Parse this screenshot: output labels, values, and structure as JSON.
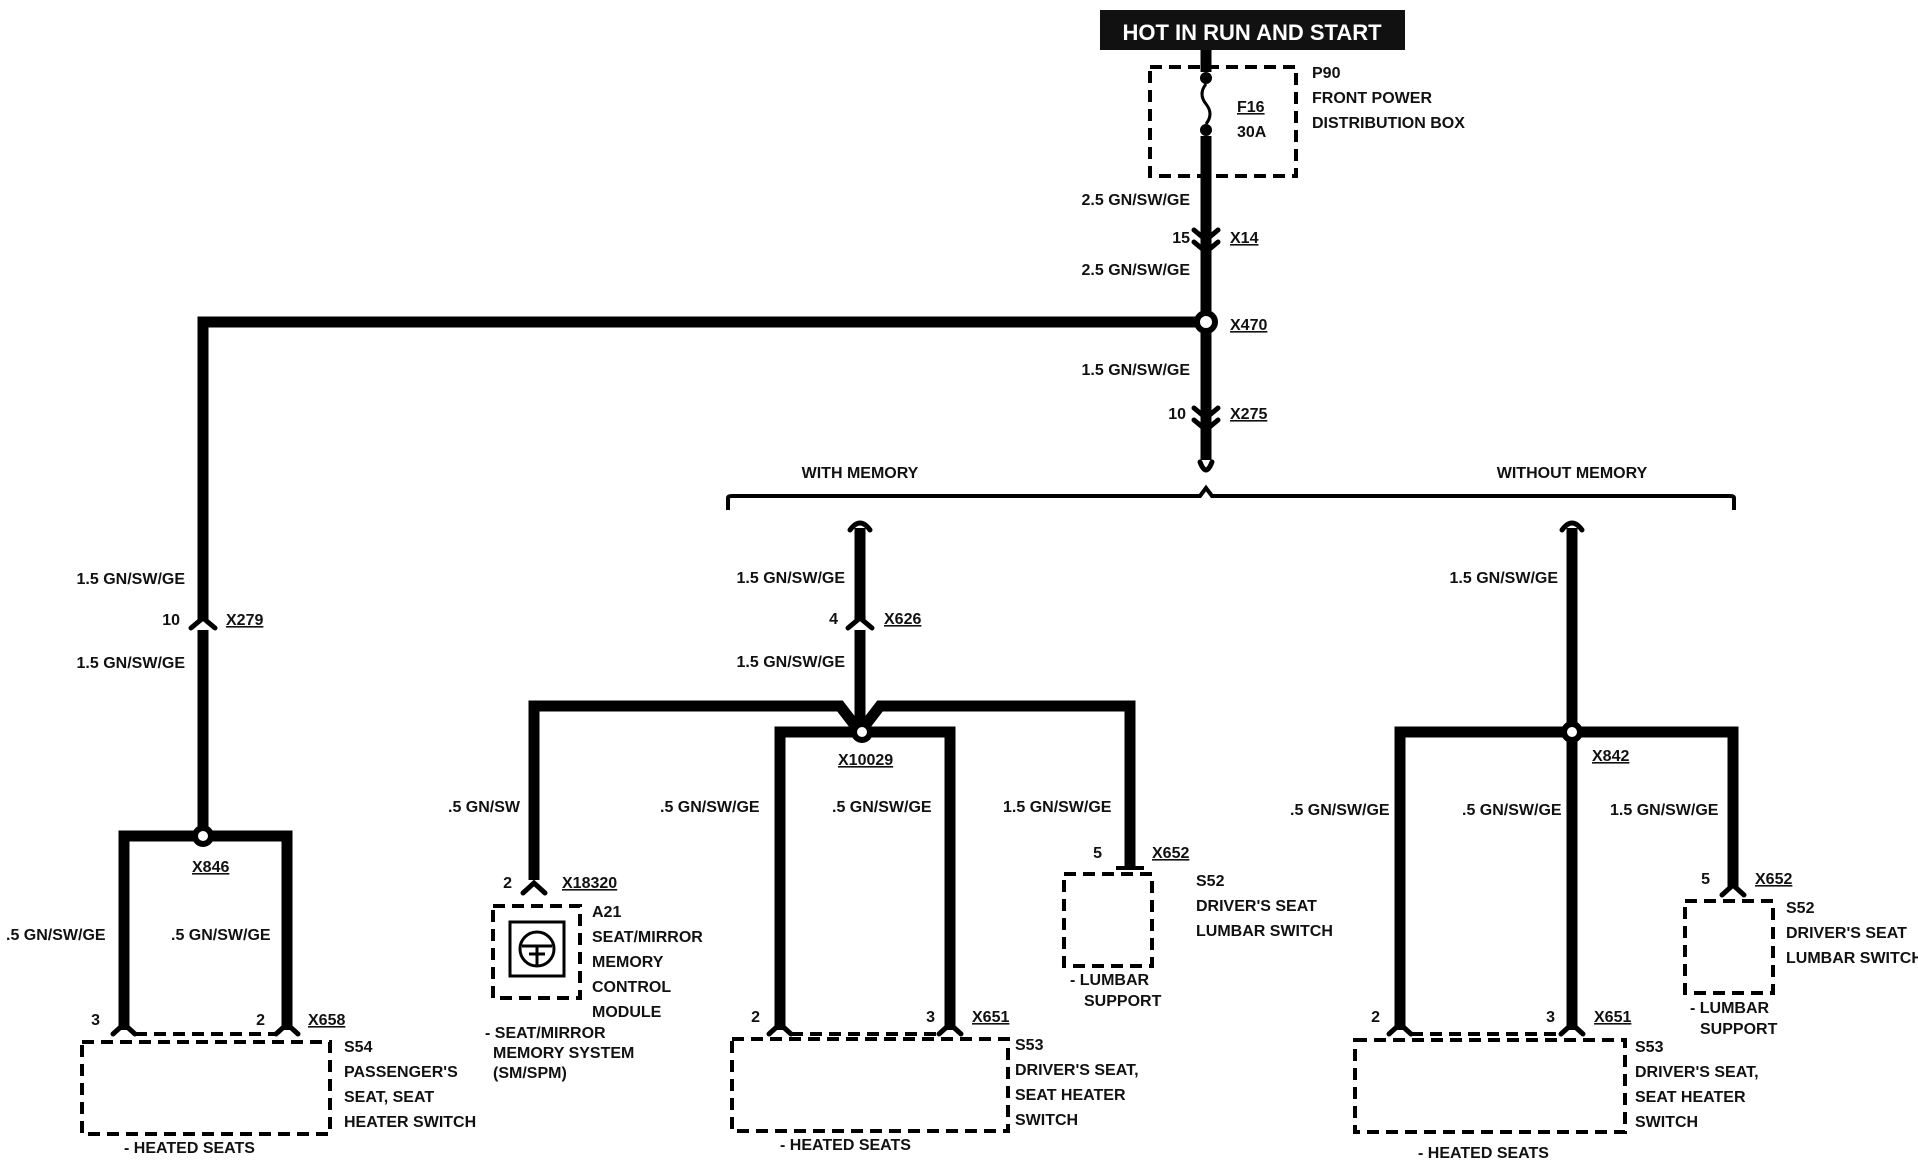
{
  "header": {
    "text": "HOT IN RUN AND START",
    "bg_color": "#111111",
    "text_color": "#ffffff"
  },
  "fuse_box": {
    "id": "P90",
    "name_line1": "FRONT POWER",
    "name_line2": "DISTRIBUTION BOX",
    "fuse_id": "F16",
    "fuse_rating": "30A"
  },
  "main_trunk": {
    "wire_a": "2.5 GN/SW/GE",
    "x14_pin": "15",
    "x14": "X14",
    "wire_b": "2.5 GN/SW/GE",
    "x470": "X470",
    "wire_c": "1.5 GN/SW/GE",
    "x275_pin": "10",
    "x275": "X275"
  },
  "branches": {
    "with_memory": "WITH MEMORY",
    "without_memory": "WITHOUT MEMORY"
  },
  "passenger": {
    "wire_top": "1.5 GN/SW/GE",
    "x279_pin": "10",
    "x279": "X279",
    "wire_bottom": "1.5 GN/SW/GE",
    "x846": "X846",
    "wire_left": ".5 GN/SW/GE",
    "wire_right": ".5 GN/SW/GE",
    "pin_left": "3",
    "pin_right": "2",
    "x658": "X658",
    "switch_id": "S54",
    "switch_line1": "PASSENGER'S",
    "switch_line2": "SEAT, SEAT",
    "switch_line3": "HEATER SWITCH",
    "system": "- HEATED SEATS"
  },
  "with_memory": {
    "wire_top": "1.5 GN/SW/GE",
    "x626_pin": "4",
    "x626": "X626",
    "wire_bottom": "1.5 GN/SW/GE",
    "x10029": "X10029",
    "wire_module": ".5 GN/SW",
    "wire_left": ".5 GN/SW/GE",
    "wire_mid": ".5 GN/SW/GE",
    "wire_lumbar": "1.5 GN/SW/GE",
    "module_pin": "2",
    "x18320": "X18320",
    "module_id": "A21",
    "module_line1": "SEAT/MIRROR",
    "module_line2": "MEMORY",
    "module_line3": "CONTROL",
    "module_line4": "MODULE",
    "module_sys1": "- SEAT/MIRROR",
    "module_sys2": "MEMORY SYSTEM",
    "module_sys3": "(SM/SPM)",
    "seat_pin_left": "2",
    "seat_pin_right": "3",
    "x651": "X651",
    "seat_id": "S53",
    "seat_line1": "DRIVER'S SEAT,",
    "seat_line2": "SEAT HEATER",
    "seat_line3": "SWITCH",
    "seat_system": "- HEATED SEATS",
    "lumbar_pin": "5",
    "x652": "X652",
    "lumbar_id": "S52",
    "lumbar_line1": "DRIVER'S SEAT",
    "lumbar_line2": "LUMBAR SWITCH",
    "lumbar_sys1": "- LUMBAR",
    "lumbar_sys2": "SUPPORT"
  },
  "without_memory": {
    "wire_top": "1.5 GN/SW/GE",
    "x842": "X842",
    "wire_left": ".5 GN/SW/GE",
    "wire_mid": ".5 GN/SW/GE",
    "wire_lumbar": "1.5 GN/SW/GE",
    "seat_pin_left": "2",
    "seat_pin_right": "3",
    "x651": "X651",
    "seat_id": "S53",
    "seat_line1": "DRIVER'S SEAT,",
    "seat_line2": "SEAT HEATER",
    "seat_line3": "SWITCH",
    "seat_system": "- HEATED SEATS",
    "lumbar_pin": "5",
    "x652": "X652",
    "lumbar_id": "S52",
    "lumbar_line1": "DRIVER'S SEAT",
    "lumbar_line2": "LUMBAR SWITCH",
    "lumbar_sys1": "- LUMBAR",
    "lumbar_sys2": "SUPPORT"
  }
}
